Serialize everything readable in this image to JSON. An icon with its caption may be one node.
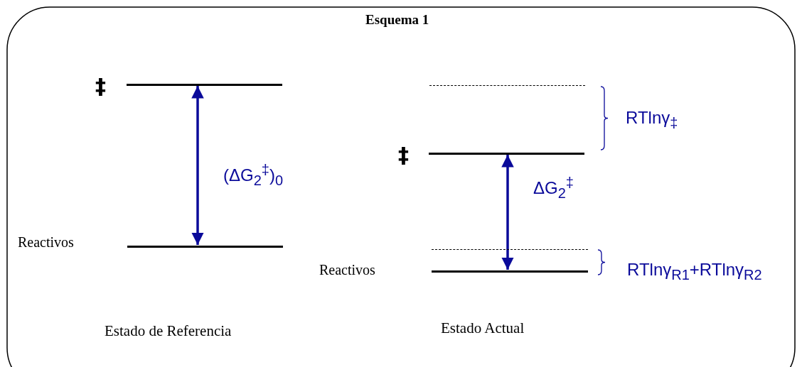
{
  "diagram": {
    "title": "Esquema 1",
    "nodes": [
      {
        "text": [],
        "shape": "bar",
        "beside": [
          "‡"
        ]
      },
      {
        "text": [],
        "shape": "bar",
        "beside": [
          "Reactivos"
        ]
      },
      {
        "text": [],
        "shape": "bar"
      },
      {
        "text": [],
        "shape": "bar",
        "beside": [
          "‡"
        ]
      },
      {
        "text": [],
        "shape": "bar"
      },
      {
        "text": [],
        "shape": "bar",
        "beside": [
          "Reactivos"
        ]
      }
    ],
    "edges": [
      {
        "from": 1,
        "to": 0,
        "arrow": "both",
        "label": "(ΔG$_{2}$$^{‡}$)$_{0}$"
      },
      {
        "from": 5,
        "to": 3,
        "arrow": "both",
        "label": "ΔG$_{2}$$^{‡}$"
      }
    ],
    "labels": [
      "RTlnγ$_{‡}$",
      "RTlnγ$_{R1}$+RTlnγ$_{R2}$",
      "Estado de Referencia",
      "Estado Actual"
    ]
  }
}
